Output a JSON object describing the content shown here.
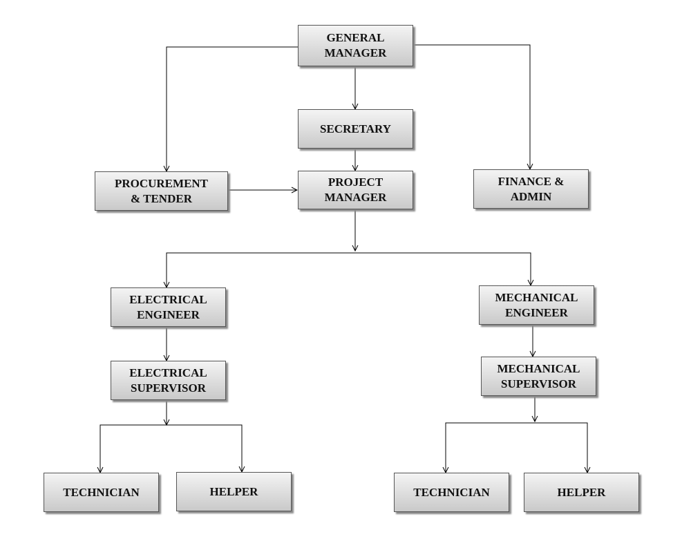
{
  "nodes": {
    "general_manager": [
      "GENERAL",
      "MANAGER"
    ],
    "secretary": [
      "SECRETARY"
    ],
    "project_manager": [
      "PROJECT",
      "MANAGER"
    ],
    "procurement": [
      "PROCUREMENT",
      "& TENDER"
    ],
    "finance": [
      "FINANCE &",
      "ADMIN"
    ],
    "electrical_engineer": [
      "ELECTRICAL",
      "ENGINEER"
    ],
    "mechanical_engineer": [
      "MECHANICAL",
      "ENGINEER"
    ],
    "electrical_supervisor": [
      "ELECTRICAL",
      "SUPERVISOR"
    ],
    "mechanical_supervisor": [
      "MECHANICAL",
      "SUPERVISOR"
    ],
    "technician_left": [
      "TECHNICIAN"
    ],
    "helper_left": [
      "HELPER"
    ],
    "technician_right": [
      "TECHNICIAN"
    ],
    "helper_right": [
      "HELPER"
    ]
  }
}
